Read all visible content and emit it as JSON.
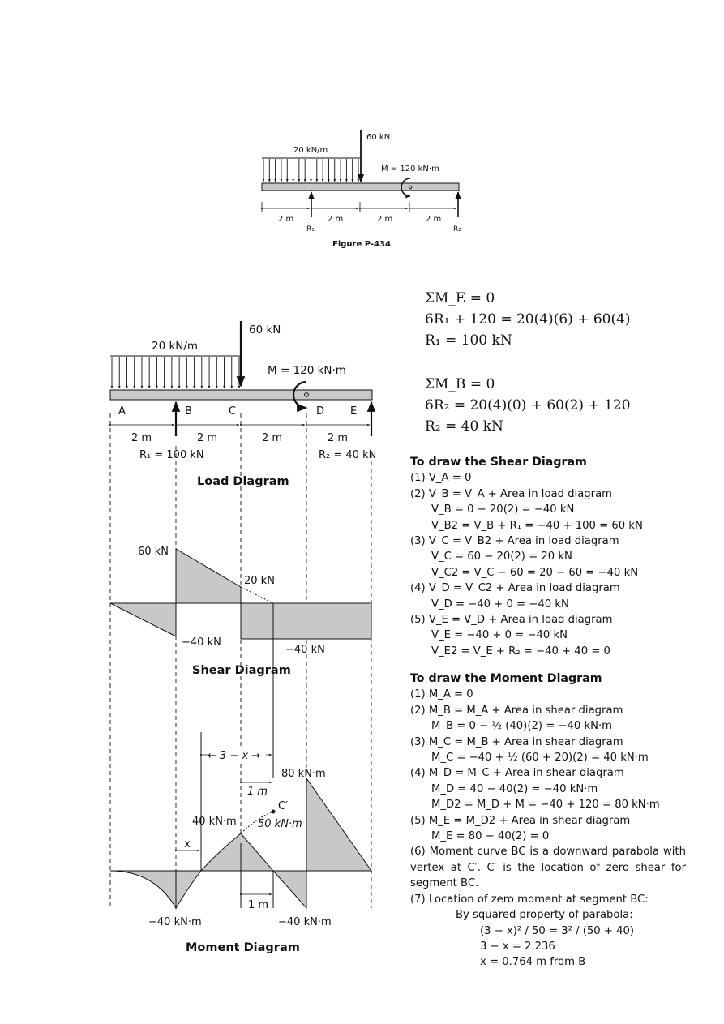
{
  "top_figure": {
    "caption": "Figure P-434",
    "dist_load": "20 kN/m",
    "point_load": "60 kN",
    "moment": "M = 120 kN·m",
    "spans": [
      "2 m",
      "2 m",
      "2 m",
      "2 m"
    ],
    "r1": "R₁",
    "r2": "R₂"
  },
  "load_diagram": {
    "title": "Load Diagram",
    "dist_load": "20 kN/m",
    "point_load": "60 kN",
    "moment": "M = 120 kN·m",
    "points": [
      "A",
      "B",
      "C",
      "D",
      "E"
    ],
    "spans": [
      "2 m",
      "2 m",
      "2 m",
      "2 m"
    ],
    "r1": "R₁ = 100 kN",
    "r2": "R₂ = 40 kN"
  },
  "shear_diagram": {
    "title": "Shear Diagram",
    "labels": {
      "v60": "60 kN",
      "v20": "20 kN",
      "vneg40a": "−40 kN",
      "vneg40b": "−40 kN"
    }
  },
  "moment_diagram": {
    "title": "Moment Diagram",
    "labels": {
      "three_minus_x": "← 3 − x →",
      "one_m_top": "1 m",
      "m80": "80 kN·m",
      "c_prime": "C′",
      "m40": "40 kN·m",
      "m50": "50 kN·m",
      "x": "x",
      "one_m_bottom": "1 m",
      "mneg40a": "−40 kN·m",
      "mneg40b": "−40 kN·m"
    }
  },
  "equations": [
    "ΣM_E = 0",
    "6R₁ + 120 = 20(4)(6) + 60(4)",
    "R₁ = 100 kN",
    "ΣM_B = 0",
    "6R₂ = 20(4)(0) + 60(2) + 120",
    "R₂ = 40 kN"
  ],
  "shear_steps": {
    "heading": "To draw the Shear Diagram",
    "lines": [
      "(1)  V_A = 0",
      "(2)  V_B = V_A + Area in load diagram",
      "V_B = 0 − 20(2) = −40 kN",
      "V_B2 = V_B + R₁ = −40 + 100 = 60 kN",
      "(3)  V_C = V_B2 + Area in load diagram",
      "V_C = 60 − 20(2) = 20 kN",
      "V_C2 = V_C − 60 = 20 − 60 = −40 kN",
      "(4)  V_D = V_C2 + Area in load diagram",
      "V_D = −40 + 0 = −40 kN",
      "(5)  V_E = V_D + Area in load diagram",
      "V_E = −40 + 0 = −40 kN",
      "V_E2 = V_E + R₂ = −40 + 40 = 0"
    ]
  },
  "moment_steps": {
    "heading": "To draw the Moment Diagram",
    "lines": [
      "(1)  M_A = 0",
      "(2)  M_B = M_A + Area in shear diagram",
      "M_B = 0 − ½ (40)(2) = −40 kN·m",
      "(3)  M_C = M_B + Area in shear diagram",
      "M_C = −40 + ½ (60 + 20)(2) = 40 kN·m",
      "(4)  M_D = M_C + Area in shear diagram",
      "M_D = 40 − 40(2) = −40 kN·m",
      "M_D2 = M_D + M = −40 + 120 = 80 kN·m",
      "(5)  M_E = M_D2 + Area in shear diagram",
      "M_E = 80 − 40(2) = 0",
      "(6)  Moment curve BC is a downward parabola with vertex at C′.  C′ is the location of zero shear for segment BC.",
      "(7)  Location of zero moment at segment BC:",
      "By squared property of parabola:",
      "(3 − x)² / 50 = 3² / (50 + 40)",
      "3 − x = 2.236",
      "x = 0.764 m from B"
    ]
  },
  "colors": {
    "fill": "#c8c8c8",
    "line": "#111111"
  }
}
